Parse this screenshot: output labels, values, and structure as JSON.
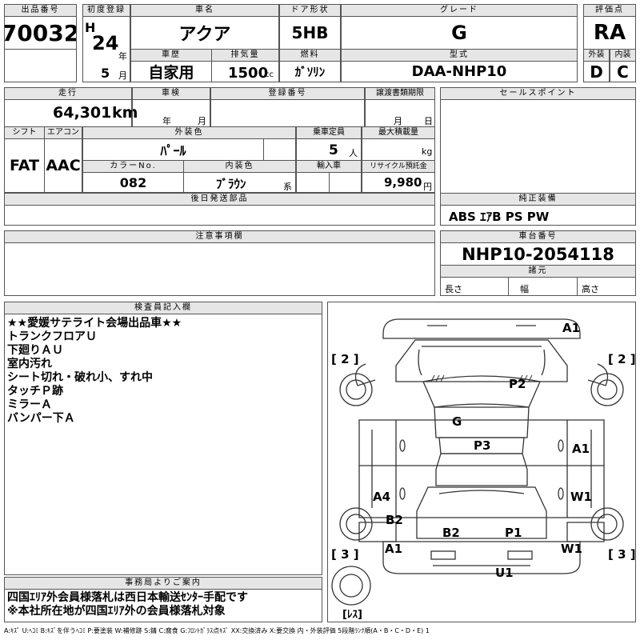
{
  "header": {
    "lot_no_label": "出品番号",
    "lot_no": "70032",
    "first_reg_label": "初度登録",
    "era": "H",
    "year_value": "24",
    "year_unit": "年",
    "month_value": "5",
    "month_unit": "月",
    "car_name_label": "車名",
    "car_name": "アクア",
    "door_label": "ドア形状",
    "door": "5HB",
    "grade_label": "グレード",
    "grade": "G",
    "rating_label": "評価点",
    "rating": "RA",
    "history_label": "車歴",
    "history": "自家用",
    "displacement_label": "排気量",
    "displacement": "1500",
    "displacement_unit": "cc",
    "fuel_label": "燃料",
    "fuel": "ｶﾞｿﾘﾝ",
    "model_label": "型式",
    "model": "DAA-NHP10",
    "exterior_label": "外装",
    "exterior": "D",
    "interior_label": "内装",
    "interior": "C"
  },
  "row2": {
    "mileage_label": "走行",
    "mileage": "64,301",
    "mileage_unit": "km",
    "inspection_label": "車検",
    "insp_year_unit": "年",
    "insp_month_unit": "月",
    "regno_label": "登録番号",
    "transfer_label": "譲渡書類期限",
    "transfer_month_unit": "月",
    "transfer_day_unit": "日",
    "shift_label": "シフト",
    "shift": "FAT",
    "ac_label": "エアコン",
    "ac": "AAC",
    "ext_color_label": "外装色",
    "ext_color": "ﾊﾟｰﾙ",
    "capacity_label": "乗車定員",
    "capacity": "5",
    "capacity_unit": "人",
    "maxload_label": "最大積載量",
    "maxload_unit": "kg",
    "colorno_label": "カラーNo.",
    "colorno": "082",
    "int_color_label": "内装色",
    "int_color": "ﾌﾞﾗｳﾝ",
    "int_color_unit": "系",
    "import_label": "輸入車",
    "recycle_label": "リサイクル預託金",
    "recycle": "9,980",
    "recycle_unit": "円",
    "later_parts_label": "後日発送部品",
    "sales_point_label": "セールスポイント",
    "equipment_label": "純正装備",
    "equipment": "ABS ｴｱB PS PW"
  },
  "notes_label": "注意事項欄",
  "chassis_label": "車台番号",
  "chassis": "NHP10-2054118",
  "dims_label": "諸元",
  "length_label": "長さ",
  "width_label": "幅",
  "height_label": "高さ",
  "inspector_label": "検査員記入欄",
  "inspector_notes": [
    "★★愛媛サテライト会場出品車★★",
    "トランクフロアＵ",
    "下廻りＡＵ",
    "室内汚れ",
    "シート切れ・破れ小、すれ中",
    "タッチＰ跡",
    "ミラーＡ",
    "バンパー下Ａ"
  ],
  "office_label": "事務局よりご案内",
  "office_notes": [
    "四国ｴﾘｱ外会員様落札は西日本輸送ｾﾝﾀｰ手配です",
    "※本社所在地が四国ｴﾘｱ外の会員様落札対象"
  ],
  "diagram": {
    "tire_tl": "[ 2 ]",
    "tire_tr": "[ 2 ]",
    "tire_bl": "[ 3 ]",
    "tire_br": "[ 3 ]",
    "spare": "[ﾚｽ]",
    "marks": {
      "a1_top": "A1",
      "p2": "P2",
      "g": "G",
      "p3": "P3",
      "a1_right": "A1",
      "a4": "A4",
      "w1_right": "W1",
      "b2_left": "B2",
      "a1_left": "A1",
      "b2_rear": "B2",
      "p1": "P1",
      "w1_rear": "W1",
      "u1": "U1"
    }
  },
  "legend": "A:ｷｽﾞ U:ﾍｺﾐ B:ｷｽﾞを伴うﾍｺﾐ P:要塗装 W:補修跡 S:錆 C:腐食 G:ﾌﾛﾝﾄｶﾞﾗｽ点ｷｽﾞ XX:交換済み X:要交換 内・外装評価 5段階ﾗﾝｸ順(A・B・C・D・E) 1"
}
